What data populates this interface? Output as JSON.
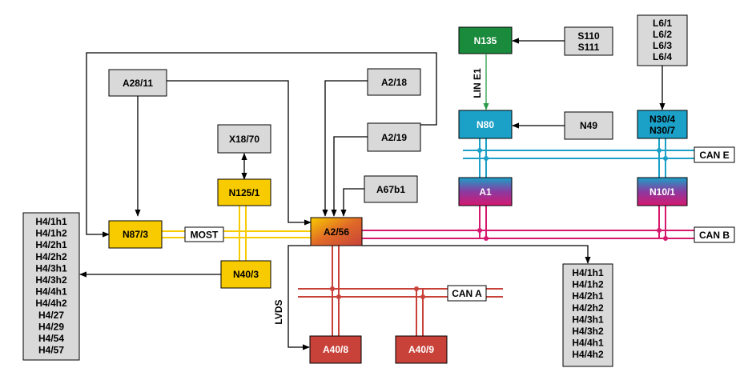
{
  "colors": {
    "gray_box": "#d9d9d9",
    "yellow_box": "#f8cb00",
    "green_box": "#1a8a3c",
    "cyan_box": "#1ba0c7",
    "red_box": "#c8423a",
    "most_bus": "#f8cb00",
    "can_e_bus": "#1ba0c7",
    "can_b_bus": "#d6186f",
    "can_a_bus": "#c8423a",
    "lin_line": "#2a9a48",
    "signal_line": "#000000"
  },
  "nodes": {
    "n135": "N135",
    "s110_s111": [
      "S110",
      "S111"
    ],
    "l6": [
      "L6/1",
      "L6/2",
      "L6/3",
      "L6/4"
    ],
    "a28_11": "A28/11",
    "a2_18": "A2/18",
    "n80": "N80",
    "n49": "N49",
    "n30": [
      "N30/4",
      "N30/7"
    ],
    "x18_70": "X18/70",
    "a2_19": "A2/19",
    "n125_1": "N125/1",
    "a67b1": "A67b1",
    "a1": "A1",
    "n10_1": "N10/1",
    "n87_3": "N87/3",
    "a2_56": "A2/56",
    "n40_3": "N40/3",
    "a40_8": "A40/8",
    "a40_9": "A40/9",
    "h4_left": [
      "H4/1h1",
      "H4/1h2",
      "H4/2h1",
      "H4/2h2",
      "H4/3h1",
      "H4/3h2",
      "H4/4h1",
      "H4/4h2",
      "H4/27",
      "H4/29",
      "H4/54",
      "H4/57"
    ],
    "h4_right": [
      "H4/1h1",
      "H4/1h2",
      "H4/2h1",
      "H4/2h2",
      "H4/3h1",
      "H4/3h2",
      "H4/4h1",
      "H4/4h2"
    ]
  },
  "bus_labels": {
    "most": "MOST",
    "can_e": "CAN E",
    "can_b": "CAN B",
    "can_a": "CAN A",
    "lin_e1": "LIN E1",
    "lvds": "LVDS"
  }
}
